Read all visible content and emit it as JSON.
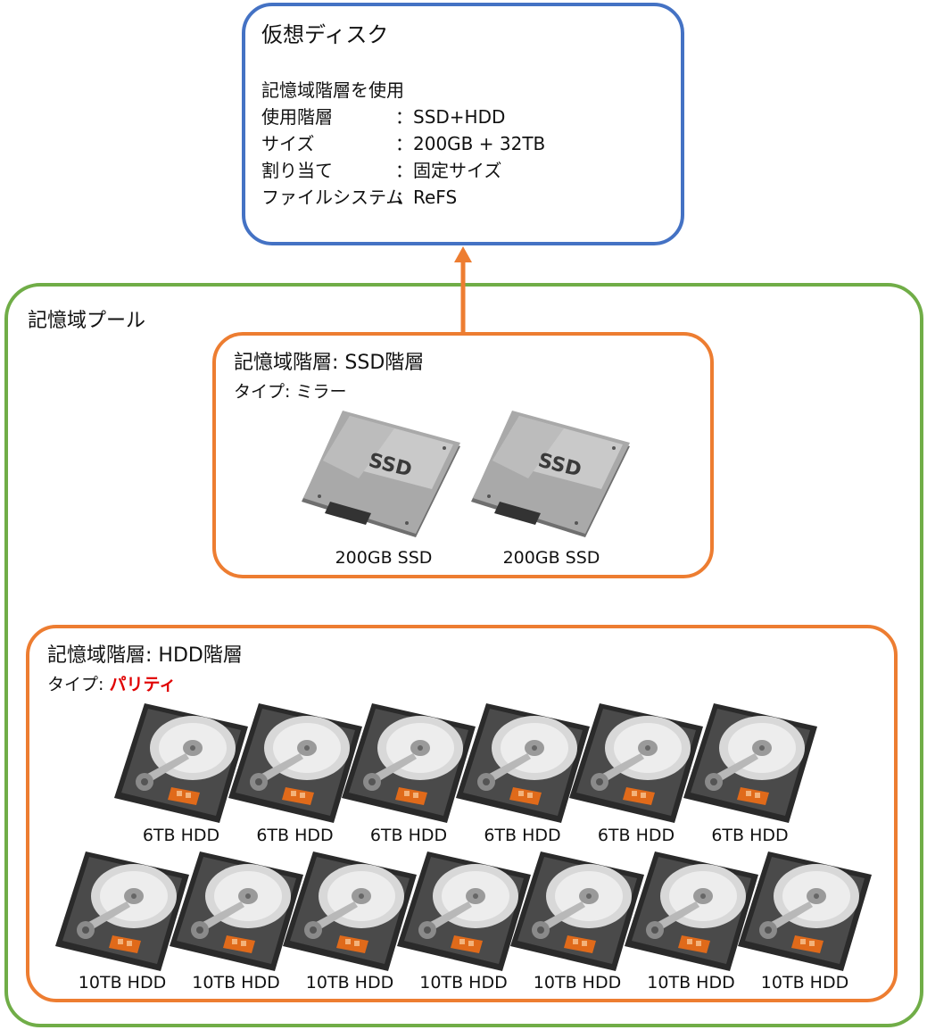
{
  "virtual_disk": {
    "title": "仮想ディスク",
    "note": "記憶域階層を使用",
    "specs": [
      {
        "key": "使用階層",
        "value": "：SSD+HDD"
      },
      {
        "key": "サイズ",
        "value": "：200GB + 32TB"
      },
      {
        "key": "割り当て",
        "value": "：固定サイズ"
      },
      {
        "key": "ファイルシステム",
        "value": "：ReFS"
      }
    ]
  },
  "pool": {
    "title": "記憶域プール"
  },
  "ssd_tier": {
    "title": "記憶域階層: SSD階層",
    "type_label": "タイプ: ",
    "type_value": "ミラー",
    "disk_text": "SSD",
    "disks": [
      "200GB SSD",
      "200GB SSD"
    ]
  },
  "hdd_tier": {
    "title": "記憶域階層: HDD階層",
    "type_label": "タイプ: ",
    "type_value": "パリティ",
    "row1": [
      "6TB HDD",
      "6TB HDD",
      "6TB HDD",
      "6TB HDD",
      "6TB HDD",
      "6TB HDD"
    ],
    "row2": [
      "10TB HDD",
      "10TB HDD",
      "10TB HDD",
      "10TB HDD",
      "10TB HDD",
      "10TB HDD",
      "10TB HDD"
    ]
  },
  "colors": {
    "virtual_disk_border": "#4472c4",
    "pool_border": "#70ad47",
    "tier_border": "#ed7d31",
    "arrow": "#ed7d31",
    "parity_text": "#e00000"
  }
}
